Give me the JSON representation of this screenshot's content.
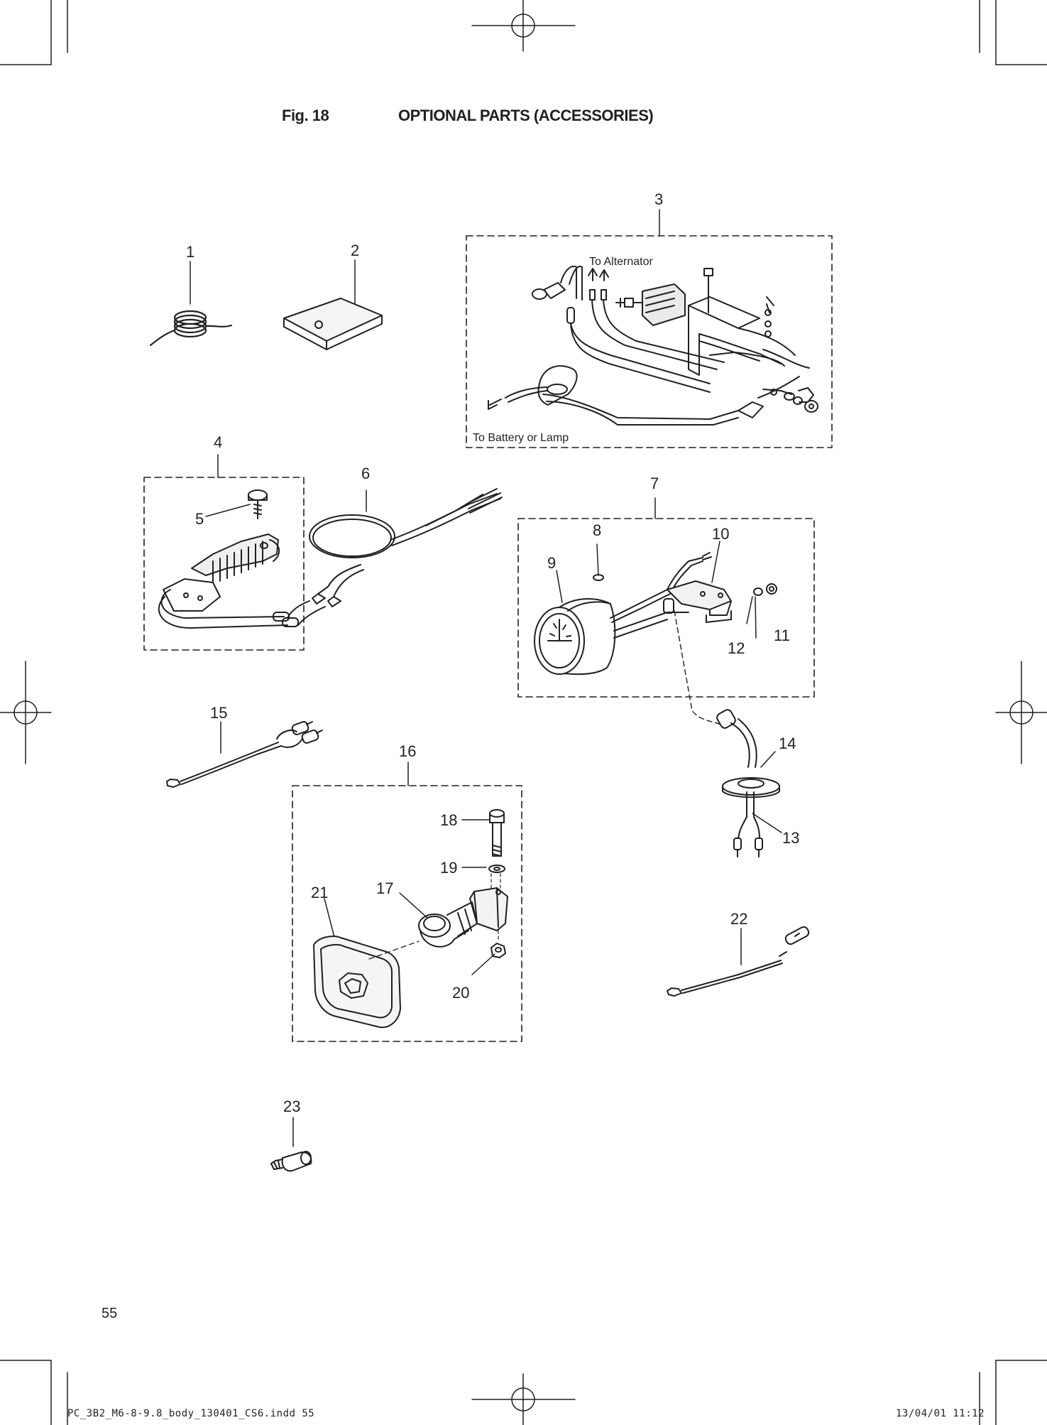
{
  "header": {
    "figure": "Fig. 18",
    "title": "OPTIONAL PARTS (ACCESSORIES)"
  },
  "diagram": {
    "notes": {
      "to_alternator": "To Alternator",
      "to_battery": "To Battery or Lamp"
    },
    "callouts": [
      "1",
      "2",
      "3",
      "4",
      "5",
      "6",
      "7",
      "8",
      "9",
      "10",
      "11",
      "12",
      "13",
      "14",
      "15",
      "16",
      "17",
      "18",
      "19",
      "20",
      "21",
      "22",
      "23"
    ]
  },
  "footer": {
    "page_number": "55",
    "slug_file": "PC_3B2_M6-8-9.8_body_130401_CS6.indd   55",
    "slug_date": "13/04/01   11:12"
  }
}
